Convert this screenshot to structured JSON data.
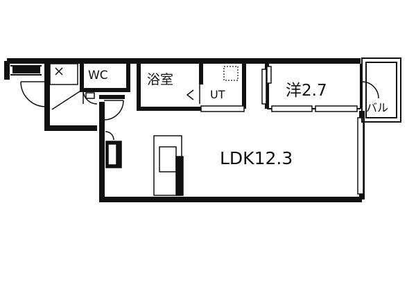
{
  "rooms": {
    "wc": "WC",
    "bath": "浴室",
    "utility": "UT",
    "western": "洋2.7",
    "balcony": "バル",
    "ldk": "LDK12.3"
  }
}
